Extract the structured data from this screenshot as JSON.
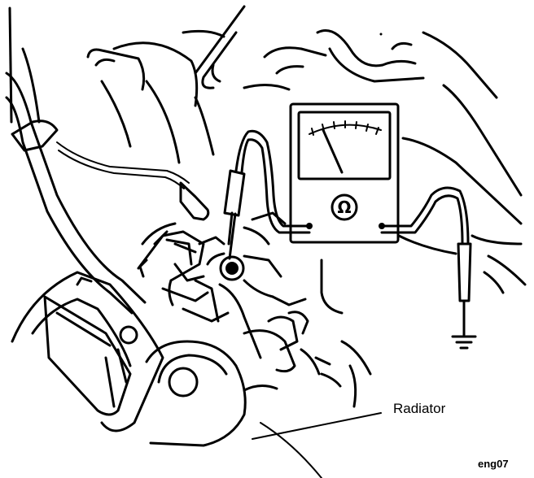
{
  "diagram": {
    "callout_label": "Radiator",
    "figure_code": "eng07",
    "meter_symbol": "Ω",
    "icons": [
      "ohmmeter-icon",
      "ground-symbol-icon",
      "probe-icon"
    ]
  }
}
